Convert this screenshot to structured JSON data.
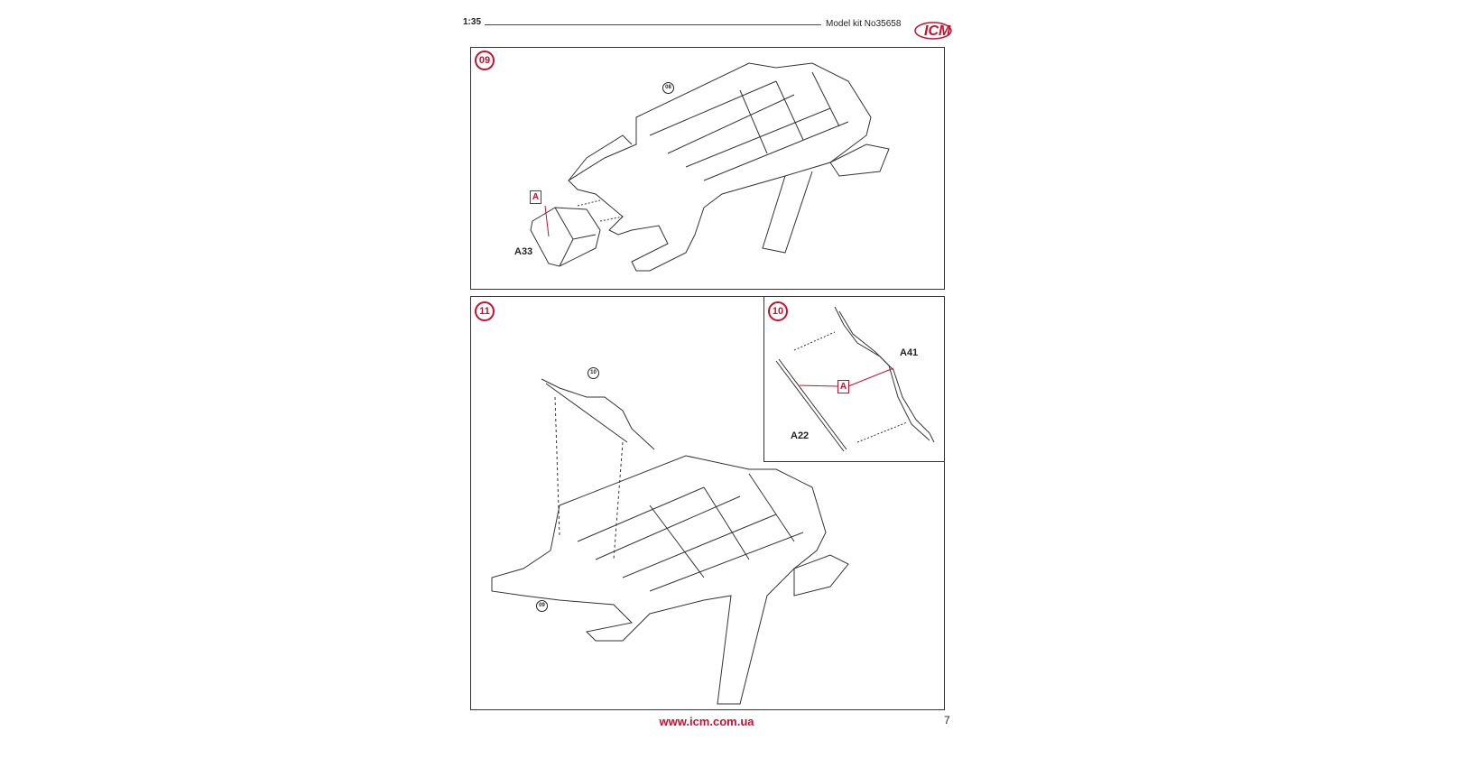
{
  "header": {
    "scale": "1:35",
    "kit": "Model kit No35658",
    "logo_text": "ICM",
    "colors": {
      "accent": "#c8102e"
    }
  },
  "step09": {
    "number": "09",
    "ref": "08",
    "callout": "A",
    "part": "A33"
  },
  "step11": {
    "number": "11",
    "ref_top": "10",
    "ref_bottom": "09"
  },
  "step10": {
    "number": "10",
    "callout": "A",
    "part_a41": "A41",
    "part_a22": "A22"
  },
  "footer": {
    "url": "www.icm.com.ua",
    "page": "7"
  }
}
